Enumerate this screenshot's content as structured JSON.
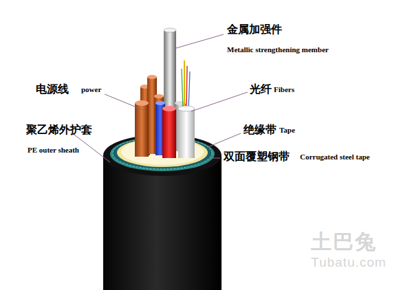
{
  "diagram": {
    "labels": [
      "金属加强件",
      "Metallic strengthening member",
      "电源线",
      "power",
      "光纤",
      "Fibers",
      "聚乙烯外护套",
      "PE outer sheath",
      "绝缘带",
      "Tape",
      "双面覆塑钢带",
      "Corrugated steel tape",
      "土巴兔",
      "Tubatu.com"
    ]
  }
}
